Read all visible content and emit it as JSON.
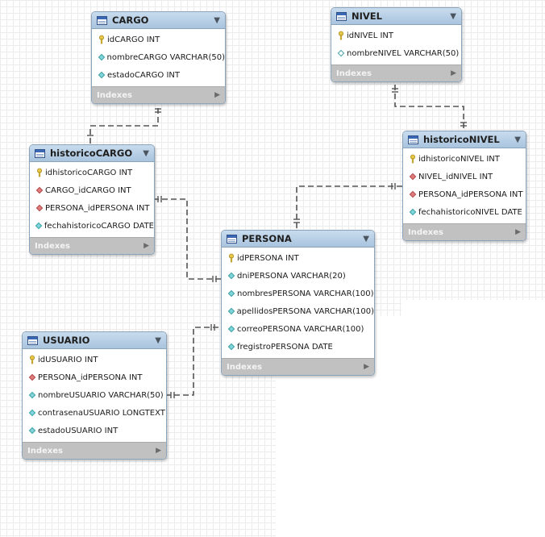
{
  "diagram": {
    "indexes_label": "Indexes",
    "toggle_icon": "collapse-triangle-icon",
    "expand_icon": "expand-triangle-icon",
    "colors": {
      "header": "#b5cde4",
      "footer": "#c1c1c1",
      "fk": "#e27c7c",
      "not_null": "#7fd5d9",
      "key": "#e8c84a",
      "connector": "#555555"
    },
    "tables": [
      {
        "id": "cargo",
        "name": "CARGO",
        "columns": [
          {
            "text": "idCARGO INT",
            "kind": "pk"
          },
          {
            "text": "nombreCARGO VARCHAR(50)",
            "kind": "nn"
          },
          {
            "text": "estadoCARGO INT",
            "kind": "nn"
          }
        ]
      },
      {
        "id": "nivel",
        "name": "NIVEL",
        "columns": [
          {
            "text": "idNIVEL INT",
            "kind": "pk"
          },
          {
            "text": "nombreNIVEL VARCHAR(50)",
            "kind": "null"
          }
        ]
      },
      {
        "id": "historicocargo",
        "name": "historicoCARGO",
        "columns": [
          {
            "text": "idhistoricoCARGO INT",
            "kind": "pk"
          },
          {
            "text": "CARGO_idCARGO INT",
            "kind": "fk"
          },
          {
            "text": "PERSONA_idPERSONA INT",
            "kind": "fk"
          },
          {
            "text": "fechahistoricoCARGO DATE",
            "kind": "nn"
          }
        ]
      },
      {
        "id": "historiconivel",
        "name": "historicoNIVEL",
        "columns": [
          {
            "text": "idhistoricoNIVEL INT",
            "kind": "pk"
          },
          {
            "text": "NIVEL_idNIVEL INT",
            "kind": "fk"
          },
          {
            "text": "PERSONA_idPERSONA INT",
            "kind": "fk"
          },
          {
            "text": "fechahistoricoNIVEL DATE",
            "kind": "nn"
          }
        ]
      },
      {
        "id": "persona",
        "name": "PERSONA",
        "columns": [
          {
            "text": "idPERSONA INT",
            "kind": "pk"
          },
          {
            "text": "dniPERSONA VARCHAR(20)",
            "kind": "nn"
          },
          {
            "text": "nombresPERSONA VARCHAR(100)",
            "kind": "nn"
          },
          {
            "text": "apellidosPERSONA VARCHAR(100)",
            "kind": "nn"
          },
          {
            "text": "correoPERSONA VARCHAR(100)",
            "kind": "nn"
          },
          {
            "text": "fregistroPERSONA DATE",
            "kind": "nn"
          }
        ]
      },
      {
        "id": "usuario",
        "name": "USUARIO",
        "columns": [
          {
            "text": "idUSUARIO INT",
            "kind": "pk"
          },
          {
            "text": "PERSONA_idPERSONA INT",
            "kind": "fk"
          },
          {
            "text": "nombreUSUARIO VARCHAR(50)",
            "kind": "nn"
          },
          {
            "text": "contrasenaUSUARIO LONGTEXT",
            "kind": "nn"
          },
          {
            "text": "estadoUSUARIO INT",
            "kind": "nn"
          }
        ]
      }
    ],
    "relationships": [
      {
        "from": "historicocargo",
        "to": "cargo"
      },
      {
        "from": "historicocargo",
        "to": "persona"
      },
      {
        "from": "historiconivel",
        "to": "nivel"
      },
      {
        "from": "historiconivel",
        "to": "persona"
      },
      {
        "from": "usuario",
        "to": "persona"
      }
    ]
  }
}
